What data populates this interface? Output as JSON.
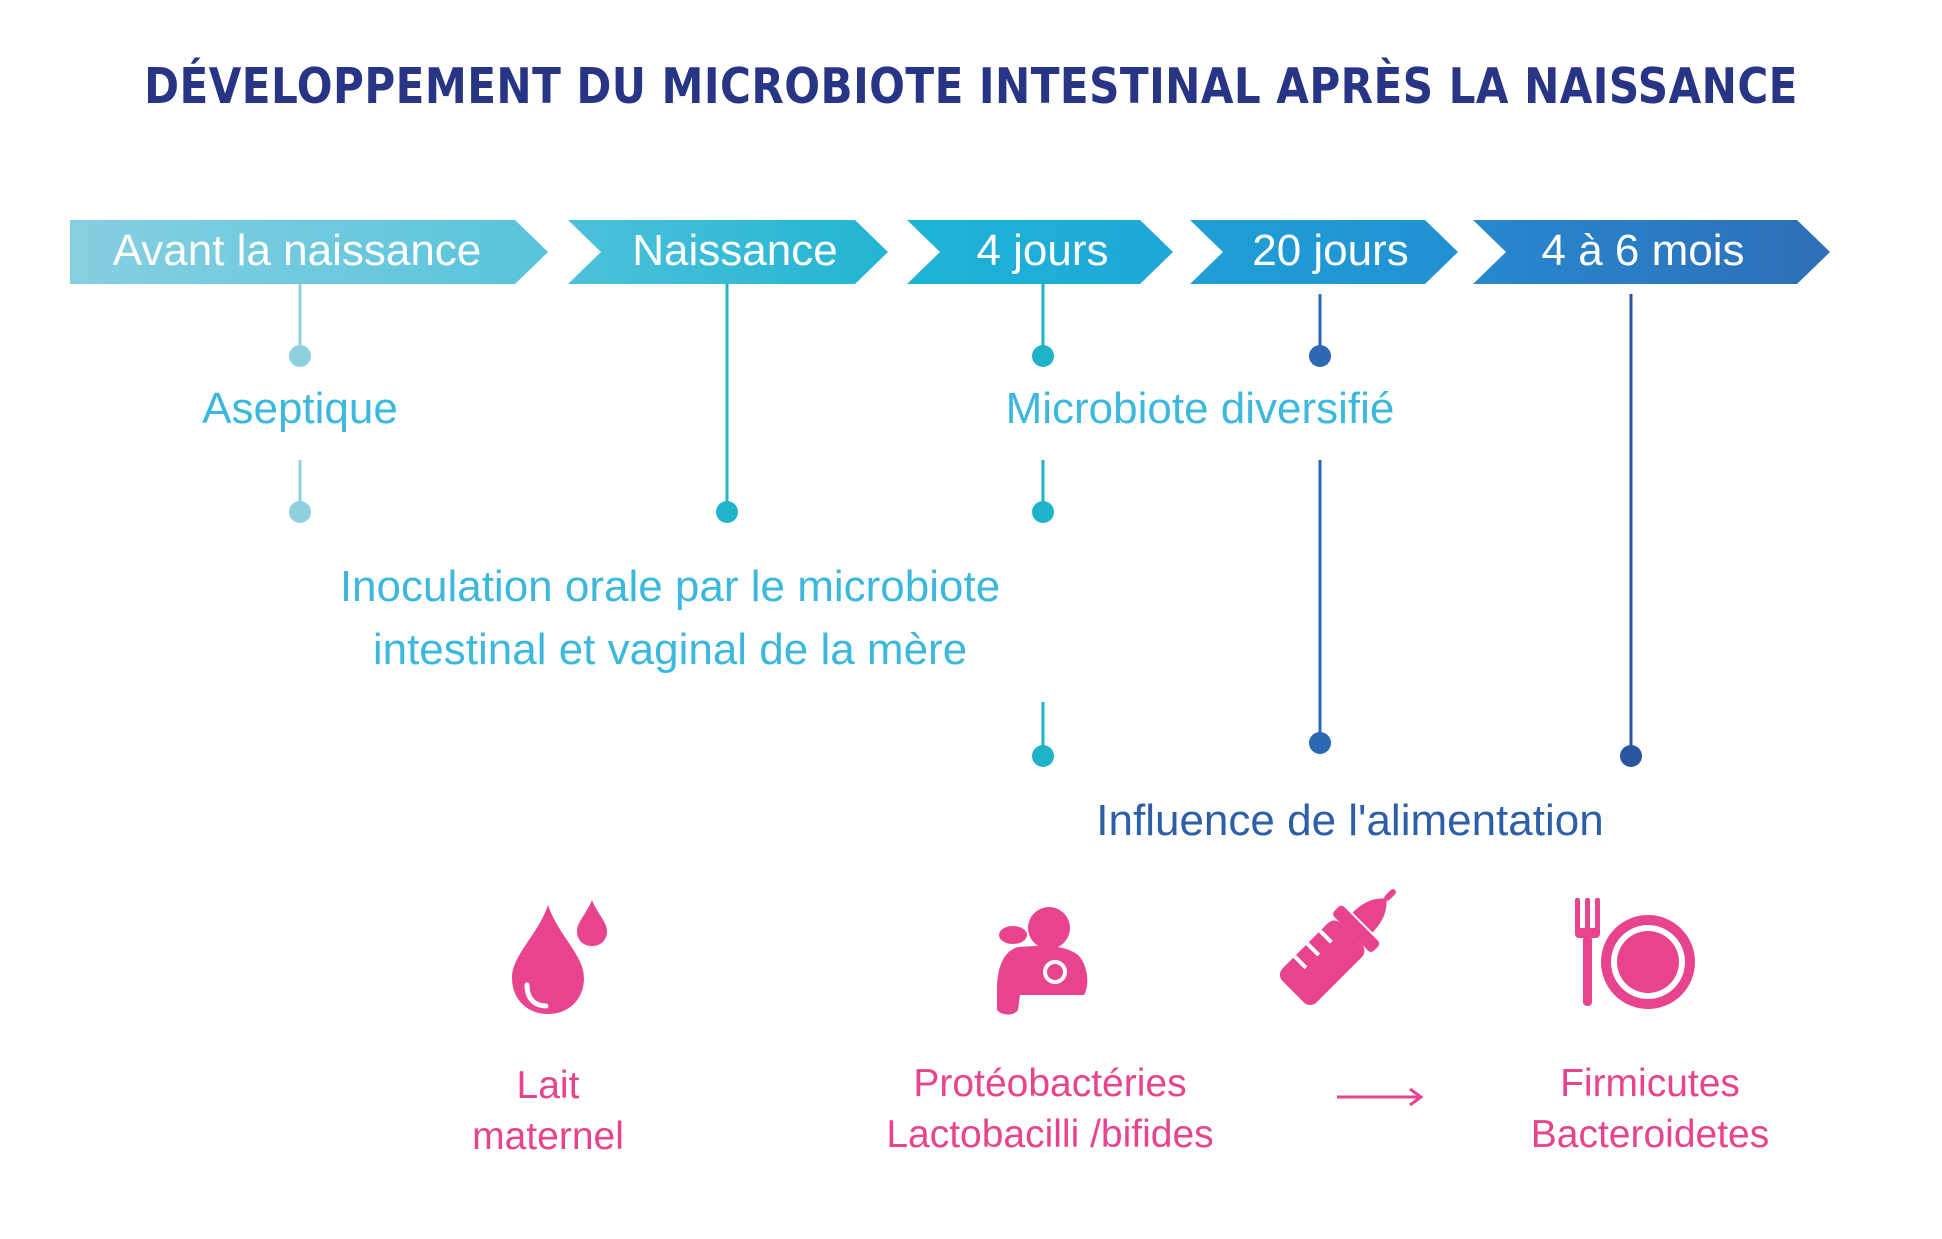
{
  "title": "DÉVELOPPEMENT DU MICROBIOTE INTESTINAL APRÈS LA NAISSANCE",
  "timeline": [
    {
      "label": "Avant la naissance",
      "color": "#7fcce0"
    },
    {
      "label": "Naissance",
      "color": "#41bfd8"
    },
    {
      "label": "4 jours",
      "color": "#1fb3d7"
    },
    {
      "label": "20 jours",
      "color": "#1f98d1"
    },
    {
      "label": "4 à 6 mois",
      "color": "#2b78bd"
    }
  ],
  "labels": {
    "aseptique": "Aseptique",
    "diversifie": "Microbiote diversifié",
    "inoculation_line1": "Inoculation orale par le microbiote",
    "inoculation_line2": "intestinal et vaginal de la mère",
    "alimentation": "Influence de l'alimentation"
  },
  "feeding": {
    "lait_line1": "Lait",
    "lait_line2": "maternel",
    "proteo_line1": "Protéobactéries",
    "proteo_line2": "Lactobacilli /bifides",
    "firmi_line1": "Firmicutes",
    "firmi_line2": "Bacteroidetes"
  },
  "icons": [
    "drops-icon",
    "breastfeeding-icon",
    "baby-bottle-icon",
    "fork-plate-icon",
    "arrow-right-icon"
  ],
  "colors": {
    "title": "#283584",
    "light_line": "#8fd0e0",
    "teal_line": "#1fb3c9",
    "text_cyan": "#3cb8de",
    "blue_line": "#2d68b3",
    "navy_text": "#2d5ea8",
    "pink": "#e8448e"
  }
}
